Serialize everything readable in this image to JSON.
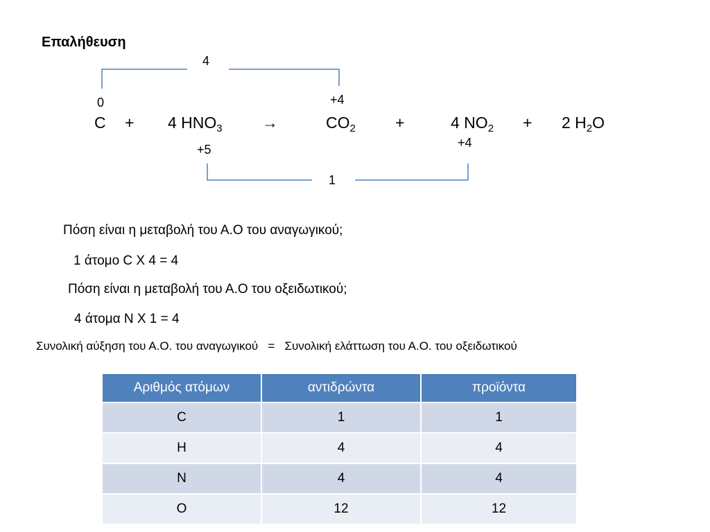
{
  "title": "Επαλήθευση",
  "colors": {
    "header": "#4f81bd",
    "row_dark": "#d0d8e8",
    "row_light": "#e9edf4",
    "bracket": "#4f81bd"
  },
  "reaction": {
    "top_bracket_label": "4",
    "bottom_bracket_label": "1",
    "ox_c_reactant": "0",
    "ox_c_product": "+4",
    "ox_n_reactant": "+5",
    "ox_n_product": "+4",
    "c": "C",
    "plus": "+",
    "hno3_main": "4 HNO",
    "hno3_sub": "3",
    "arrow": "→",
    "co2_main": "CO",
    "co2_sub": "2",
    "no2_main": "4 NO",
    "no2_sub": "2",
    "h2o_pre": "2 H",
    "h2o_sub": "2",
    "h2o_post": "O"
  },
  "questions": {
    "q1": "Πόση είναι η μεταβολή του Α.Ο του αναγωγικού;",
    "a1": "1 άτομο C X 4 = 4",
    "q2": "Πόση είναι η μεταβολή του Α.Ο του οξειδωτικού;",
    "a2": "4 άτομα N  X 1 = 4",
    "summary": "Συνολική αύξηση του Α.Ο. του αναγωγικού   =   Συνολική ελάττωση του Α.Ο. του οξειδωτικού"
  },
  "table": {
    "headers": [
      "Αριθμός ατόμων",
      "αντιδρώντα",
      "προϊόντα"
    ],
    "rows": [
      [
        "C",
        "1",
        "1"
      ],
      [
        "H",
        "4",
        "4"
      ],
      [
        "N",
        "4",
        "4"
      ],
      [
        "O",
        "12",
        "12"
      ]
    ]
  }
}
